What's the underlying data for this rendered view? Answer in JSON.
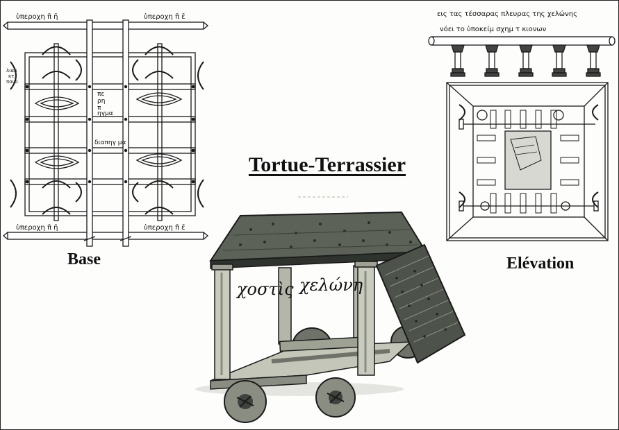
{
  "title": "Tortue-Terrassier",
  "captions": {
    "base": "Base",
    "elevation": "Elévation"
  },
  "base_plan": {
    "top_left": "ὑπεροχη π̄ η̄",
    "top_right": "ὑπεροχη π̄ ε̄",
    "bottom_left": "ὑπεροχη π̄ η̄",
    "bottom_right": "ὑπεροχη π̄ ε̄",
    "left_label": [
      "λιαδ",
      "κτ",
      "πονο"
    ],
    "center_vertical": [
      "πε",
      "ρη",
      "π",
      "ηγμα"
    ],
    "center_horizontal": "διαπηγ μα"
  },
  "elevation_plan": {
    "line1": "εις τας τέσσαρας πλευρας της χελώνης",
    "line2": "νόει το ὑποκείμ σχημ τ κιονων"
  },
  "illustration": {
    "inscription_left": "χοστὶς",
    "inscription_right": "χελώνη"
  },
  "colors": {
    "ink": "#1a1a1a",
    "wood": "#b9bcae",
    "wood_dark": "#6e7268",
    "shadow": "#3f433d"
  }
}
